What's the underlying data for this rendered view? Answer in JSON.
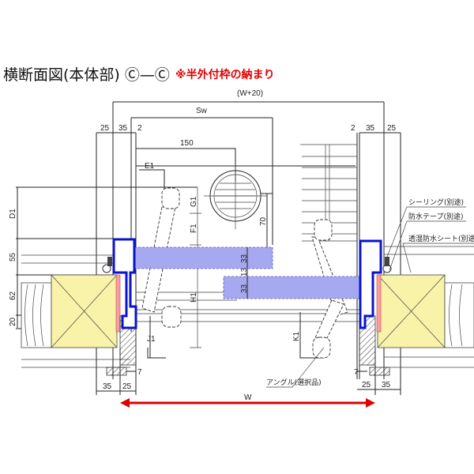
{
  "title": "横断面図(本体部) Ⓒ—Ⓒ",
  "note": "※半外付枠の納まり",
  "dimensions": {
    "overall": "(W+20)",
    "sash_width": "Sw",
    "top_left_25": "25",
    "top_left_35": "35",
    "top_left_2": "2",
    "top_right_2": "2",
    "top_right_35": "35",
    "top_right_25": "25",
    "offset_150": "150",
    "e1": "E1",
    "g1": "G1",
    "f1": "F1",
    "d1": "D1",
    "v55": "55",
    "v62": "62",
    "v20": "20",
    "v70": "70",
    "bar_33_upper": "33",
    "gap_13": "13",
    "bar_33_lower": "33",
    "h1": "H1",
    "j1": "J1",
    "k1": "K1",
    "seven_left": "7",
    "seven_right": "7",
    "bottom_left_35": "35",
    "bottom_left_25": "25",
    "bottom_right_25": "25",
    "bottom_right_35": "35",
    "width": "W"
  },
  "callouts": {
    "sealing": "シーリング(別途)",
    "waterproof_tape": "防水テープ(別途)",
    "moisture_sheet": "透湿防水シート(別途)",
    "angle": "アングル(選択品)"
  },
  "colors": {
    "frame": "#0a14c8",
    "sash_bar": "#a7a9f0",
    "wood": "#f8f3a8",
    "width_arrow": "#e00000",
    "note": "#e00000"
  }
}
